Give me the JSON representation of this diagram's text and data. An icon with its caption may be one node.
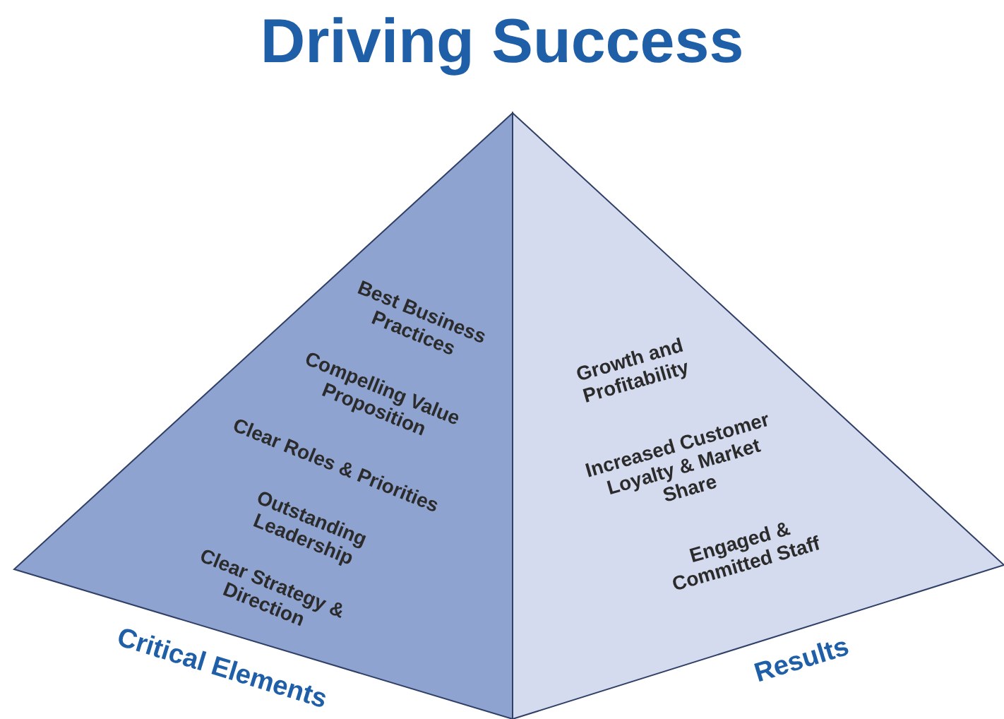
{
  "diagram": {
    "title": "Driving Success",
    "nodes": [
      {
        "text": [
          "Best Business Practices",
          "Compelling Value Proposition",
          "Clear Roles & Priorities",
          "Outstanding Leadership",
          "Clear Strategy & Direction"
        ],
        "beside": [
          "Critical Elements"
        ]
      },
      {
        "text": [
          "Growth and Profitability",
          "Increased Customer Loyalty & Market Share",
          "Engaged & Committed Staff"
        ],
        "beside": [
          "Results"
        ]
      }
    ],
    "edges": []
  }
}
